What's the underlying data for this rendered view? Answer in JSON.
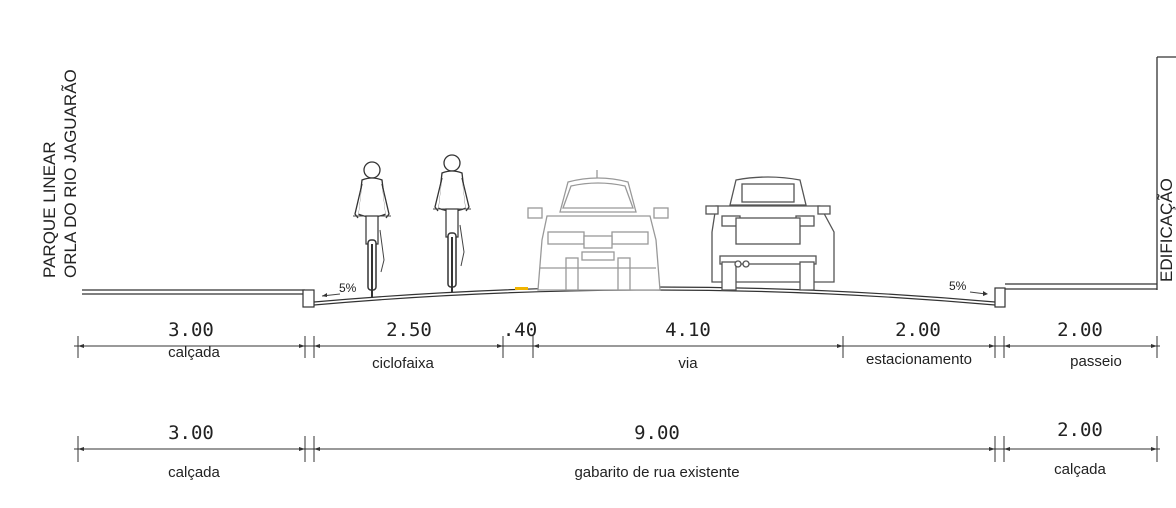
{
  "labels": {
    "left_side_line1": "PARQUE LINEAR",
    "left_side_line2": "ORLA DO RIO JAGUARÃO",
    "right_side": "EDIFICAÇÃO",
    "slope_left": "5%",
    "slope_right": "5%"
  },
  "proposed_row": [
    {
      "value": "3.00",
      "label": "calçada"
    },
    {
      "value": "2.50",
      "label": "ciclofaixa"
    },
    {
      "value": ".40",
      "label": ""
    },
    {
      "value": "4.10",
      "label": "via"
    },
    {
      "value": "2.00",
      "label": "estacionamento"
    },
    {
      "value": "2.00",
      "label": "passeio"
    }
  ],
  "existing_row": [
    {
      "value": "3.00",
      "label": "calçada"
    },
    {
      "value": "9.00",
      "label": "gabarito de rua existente"
    },
    {
      "value": "2.00",
      "label": "calçada"
    }
  ],
  "colors": {
    "line": "#333333",
    "car_front": "#999999",
    "car_rear": "#555555",
    "road_marker": "#f0b400"
  }
}
